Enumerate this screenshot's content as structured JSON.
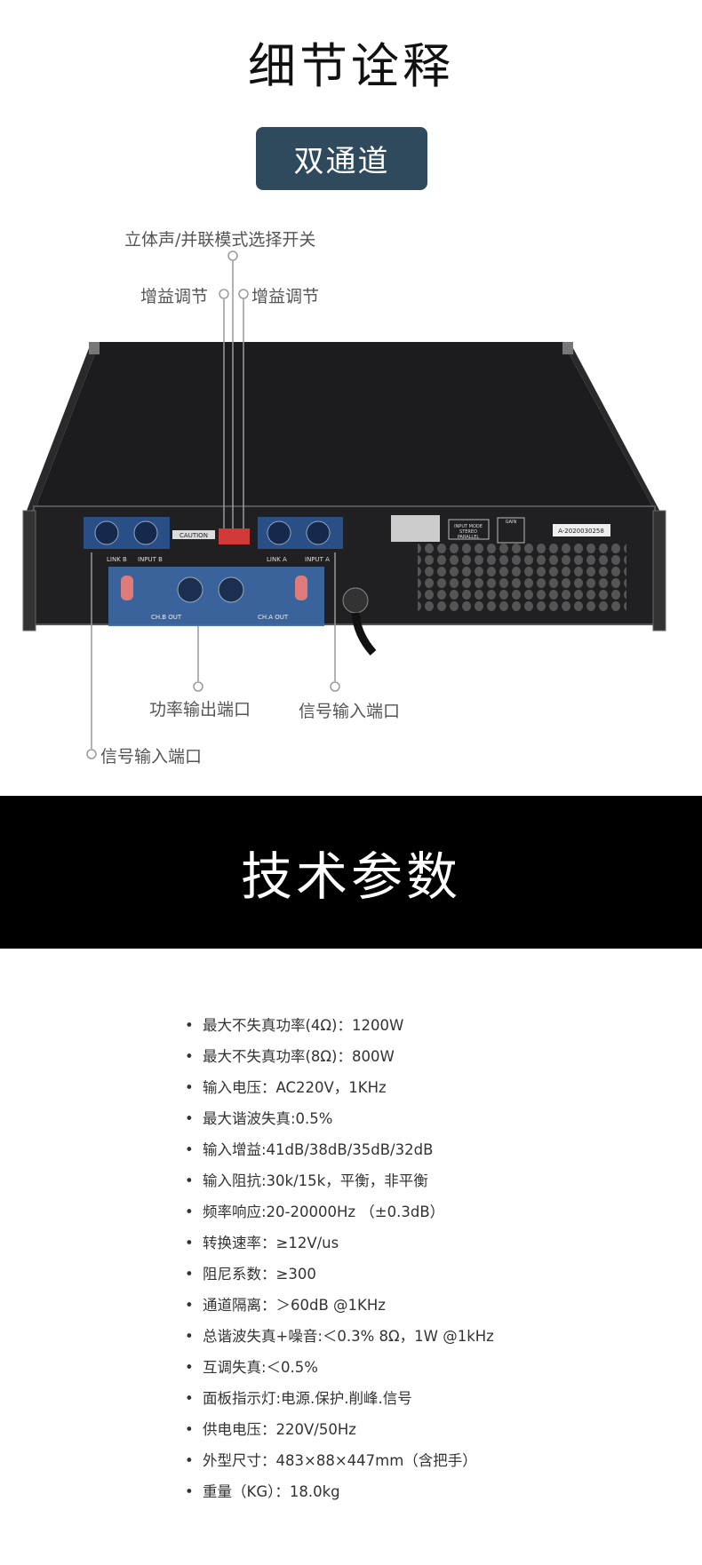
{
  "header": {
    "title": "细节诠释",
    "badge": "双通道"
  },
  "callouts": {
    "mode_switch": "立体声/并联模式选择开关",
    "gain_left": "增益调节",
    "gain_right": "增益调节",
    "power_output": "功率输出端口",
    "signal_input_right": "信号输入端口",
    "signal_input_left": "信号输入端口"
  },
  "panel_labels": {
    "link_b": "LINK B",
    "input_b": "INPUT B",
    "link_a": "LINK A",
    "input_a": "INPUT A",
    "ch_b_out": "CH.B OUT",
    "ch_a_out": "CH.A OUT",
    "caution": "CAUTION",
    "gain": "GAIN",
    "serial": "A-2020030258",
    "input_mode": "INPUT MODE",
    "stereo": "STEREO",
    "parallel": "PARALLEL"
  },
  "specs_section": {
    "title": "技术参数"
  },
  "specs": [
    "最大不失真功率(4Ω)：1200W",
    "最大不失真功率(8Ω)：800W",
    "输入电压：AC220V，1KHz",
    "最大谐波失真:0.5%",
    "输入增益:41dB/38dB/35dB/32dB",
    "输入阻抗:30k/15k，平衡，非平衡",
    "频率响应:20-20000Hz （±0.3dB）",
    "转换速率：≥12V/us",
    "阻尼系数：≥300",
    "通道隔离：＞60dB @1KHz",
    "总谐波失真+噪音:＜0.3% 8Ω，1W @1kHz",
    "互调失真:＜0.5%",
    "面板指示灯:电源.保护.削峰.信号",
    "供电电压：220V/50Hz",
    "外型尺寸：483×88×447mm（含把手）",
    "重量（KG）：18.0kg"
  ]
}
